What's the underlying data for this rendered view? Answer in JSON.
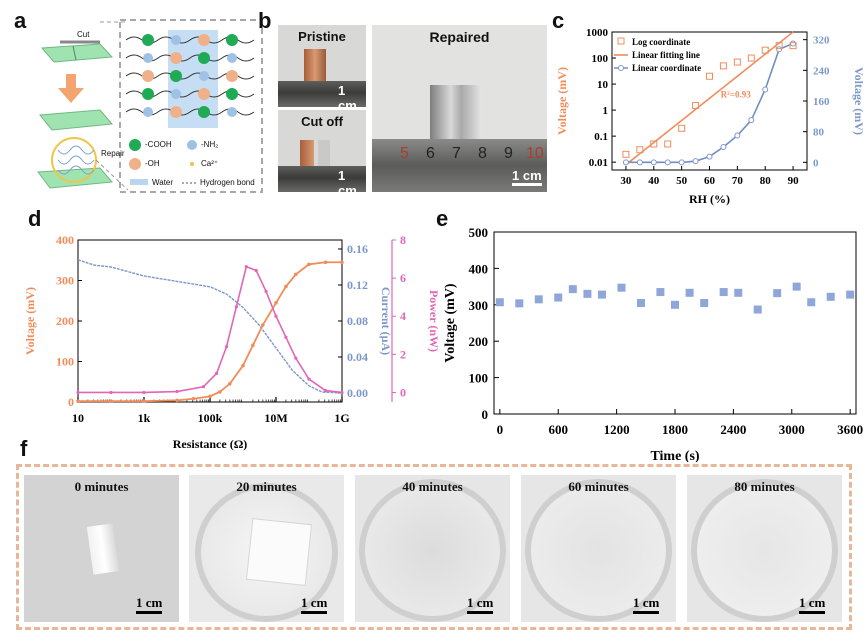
{
  "panels": {
    "a": "a",
    "b": "b",
    "c": "c",
    "d": "d",
    "e": "e",
    "f": "f"
  },
  "panel_a": {
    "cut": "Cut",
    "repair": "Repair",
    "legend": {
      "cooh": "-COOH",
      "nh2": "-NH₂",
      "oh": "-OH",
      "ca": "Ca²⁺",
      "water": "Water",
      "hbond": "Hydrogen bond"
    }
  },
  "panel_b": {
    "pristine": "Pristine",
    "cut_off": "Cut off",
    "repaired": "Repaired",
    "scale": "1 cm",
    "ruler_numbers": [
      "5",
      "6",
      "7",
      "8",
      "9",
      "10"
    ]
  },
  "panel_f": {
    "labels": [
      "0 minutes",
      "20 minutes",
      "40 minutes",
      "60 minutes",
      "80 minutes"
    ],
    "scale": "1 cm"
  },
  "colors": {
    "orange": "#f08c5a",
    "blue": "#7c98c9",
    "pink": "#e066b7",
    "green": "#1faa55",
    "peach": "#f0b08a",
    "lightblue": "#9ec1e5",
    "dash": "#e8b79a"
  },
  "chart_data": [
    {
      "id": "c",
      "type": "line",
      "xlabel": "RH (%)",
      "ylabel_left": "Voltage (mV)",
      "ylabel_right": "Voltage (mV)",
      "x_ticks": [
        30,
        40,
        50,
        60,
        70,
        80,
        90
      ],
      "xlim": [
        25,
        95
      ],
      "y_left": {
        "scale": "log",
        "lim": [
          0.005,
          1000
        ],
        "ticks": [
          "1000",
          "100",
          "10",
          "1",
          "0.1",
          "0.01"
        ]
      },
      "y_right": {
        "lim": [
          -20,
          340
        ],
        "ticks": [
          0,
          80,
          160,
          240,
          320
        ]
      },
      "legend": [
        "Log coordinate",
        "Linear fitting line",
        "Linear coordinate"
      ],
      "annotation": "R²=0.93",
      "series": [
        {
          "name": "Log coordinate",
          "axis": "left",
          "x": [
            30,
            35,
            40,
            45,
            50,
            55,
            60,
            65,
            70,
            75,
            80,
            85,
            90
          ],
          "y": [
            0.02,
            0.03,
            0.05,
            0.05,
            0.2,
            1.5,
            20,
            50,
            70,
            100,
            200,
            300,
            300
          ]
        },
        {
          "name": "Linear fitting line",
          "axis": "left",
          "x": [
            30,
            90
          ],
          "y": [
            0.008,
            1000
          ]
        },
        {
          "name": "Linear coordinate",
          "axis": "right",
          "x": [
            30,
            35,
            40,
            45,
            50,
            55,
            60,
            65,
            70,
            75,
            80,
            85,
            90
          ],
          "y": [
            0,
            0,
            0,
            0,
            0,
            3,
            15,
            40,
            70,
            110,
            190,
            295,
            310
          ]
        }
      ]
    },
    {
      "id": "d",
      "type": "line",
      "xlabel": "Resistance (Ω)",
      "x_ticks": [
        "10",
        "1k",
        "100k",
        "10M",
        "1G"
      ],
      "xlim_log10": [
        1,
        9
      ],
      "axes": {
        "voltage": {
          "label": "Voltage (mV)",
          "lim": [
            0,
            400
          ],
          "ticks": [
            0,
            100,
            200,
            300,
            400
          ]
        },
        "current": {
          "label": "Current (μA)",
          "lim": [
            -0.01,
            0.17
          ],
          "ticks": [
            "0.00",
            "0.04",
            "0.08",
            "0.12",
            "0.16"
          ]
        },
        "power": {
          "label": "Power (nW)",
          "lim": [
            -0.5,
            8
          ],
          "ticks": [
            0,
            2,
            4,
            6,
            8
          ]
        }
      },
      "series": [
        {
          "name": "Voltage",
          "axis": "voltage",
          "log10x": [
            1,
            2,
            3,
            4,
            4.5,
            5,
            5.3,
            5.6,
            6,
            6.3,
            6.6,
            7,
            7.3,
            7.6,
            8,
            8.5,
            9
          ],
          "y": [
            2,
            2,
            2,
            4,
            8,
            14,
            25,
            45,
            90,
            140,
            190,
            245,
            285,
            315,
            340,
            345,
            345
          ]
        },
        {
          "name": "Current",
          "axis": "current",
          "log10x": [
            1,
            1.5,
            2,
            3,
            4,
            5,
            5.5,
            6,
            6.5,
            7,
            7.5,
            8,
            8.4,
            9
          ],
          "y": [
            0.148,
            0.142,
            0.14,
            0.13,
            0.124,
            0.118,
            0.11,
            0.095,
            0.075,
            0.05,
            0.025,
            0.008,
            0.001,
            0.0
          ]
        },
        {
          "name": "Power",
          "axis": "power",
          "log10x": [
            1,
            2,
            3,
            4,
            4.8,
            5.2,
            5.5,
            5.8,
            6.1,
            6.4,
            6.7,
            7,
            7.3,
            7.6,
            8,
            8.5,
            9
          ],
          "y": [
            0,
            0,
            0,
            0.05,
            0.3,
            1,
            2.4,
            4.5,
            6.6,
            6.4,
            5.3,
            4,
            2.9,
            1.8,
            0.7,
            0.1,
            0
          ]
        }
      ]
    },
    {
      "id": "e",
      "type": "scatter",
      "xlabel": "Time (s)",
      "ylabel": "Voltage (mV)",
      "x_ticks": [
        0,
        600,
        1200,
        1800,
        2400,
        3000,
        3600
      ],
      "y_ticks": [
        0,
        100,
        200,
        300,
        400,
        500
      ],
      "xlim": [
        -60,
        3660
      ],
      "ylim": [
        0,
        500
      ],
      "x": [
        0,
        200,
        400,
        600,
        750,
        900,
        1050,
        1250,
        1450,
        1650,
        1800,
        1950,
        2100,
        2300,
        2450,
        2650,
        2850,
        3050,
        3200,
        3400,
        3600
      ],
      "y": [
        307,
        304,
        315,
        320,
        343,
        330,
        328,
        347,
        305,
        335,
        300,
        333,
        305,
        335,
        333,
        287,
        332,
        350,
        307,
        322,
        328
      ]
    }
  ]
}
